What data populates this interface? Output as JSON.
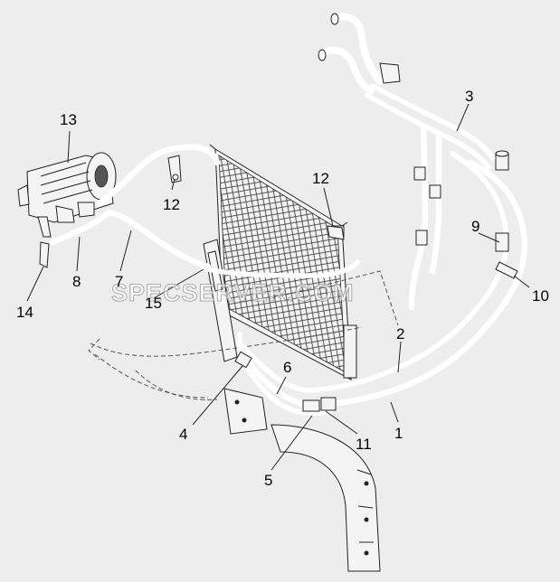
{
  "watermark": "SPECSERVER.COM",
  "callouts": [
    {
      "id": "1",
      "label": "1"
    },
    {
      "id": "2",
      "label": "2"
    },
    {
      "id": "3",
      "label": "3"
    },
    {
      "id": "4",
      "label": "4"
    },
    {
      "id": "5",
      "label": "5"
    },
    {
      "id": "6",
      "label": "6"
    },
    {
      "id": "7",
      "label": "7"
    },
    {
      "id": "8",
      "label": "8"
    },
    {
      "id": "9",
      "label": "9"
    },
    {
      "id": "10",
      "label": "10"
    },
    {
      "id": "11",
      "label": "11"
    },
    {
      "id": "12a",
      "label": "12"
    },
    {
      "id": "12b",
      "label": "12"
    },
    {
      "id": "13",
      "label": "13"
    },
    {
      "id": "14",
      "label": "14"
    },
    {
      "id": "15",
      "label": "15"
    }
  ]
}
